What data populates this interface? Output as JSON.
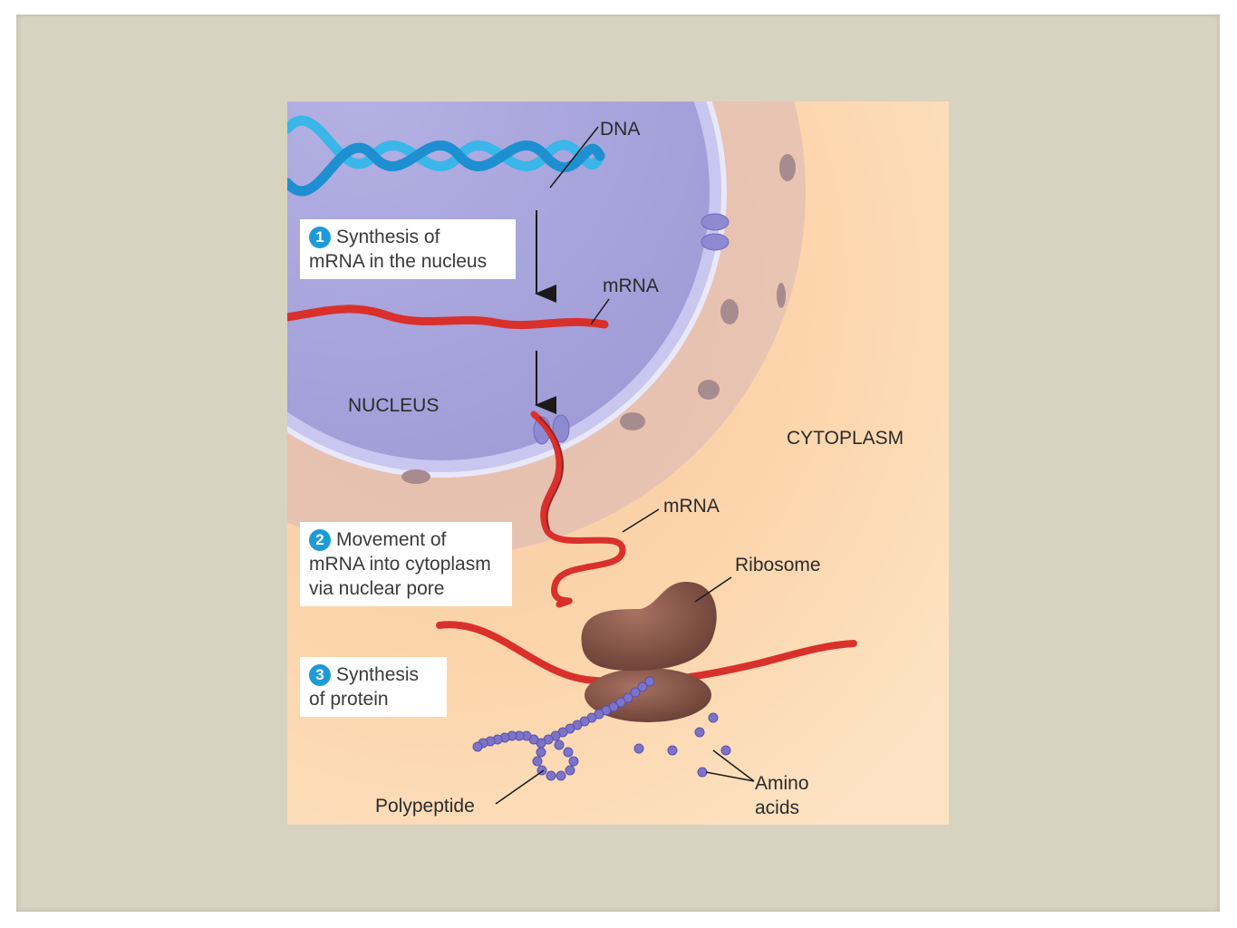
{
  "labels": {
    "dna": "DNA",
    "mrna_top": "mRNA",
    "nucleus": "NUCLEUS",
    "cytoplasm": "CYTOPLASM",
    "mrna_mid": "mRNA",
    "ribosome": "Ribosome",
    "polypeptide": "Polypeptide",
    "amino_line1": "Amino",
    "amino_line2": "acids"
  },
  "steps": [
    {
      "number": "1",
      "line1": "Synthesis of",
      "line2": "mRNA in the nucleus",
      "line3": ""
    },
    {
      "number": "2",
      "line1": "Movement of",
      "line2": "mRNA into cytoplasm",
      "line3": "via nuclear pore"
    },
    {
      "number": "3",
      "line1": "Synthesis",
      "line2": "of protein",
      "line3": ""
    }
  ],
  "colors": {
    "slide_background": "#d8d3c0",
    "cytoplasm": "#fbd5a8",
    "nucleus": "#a9a6db",
    "dna": "#3ab6e8",
    "mrna": "#d9302c",
    "ribosome": "#8a5a4e",
    "amino_acid": "#7c74c9",
    "step_badge": "#1e9bd6"
  }
}
